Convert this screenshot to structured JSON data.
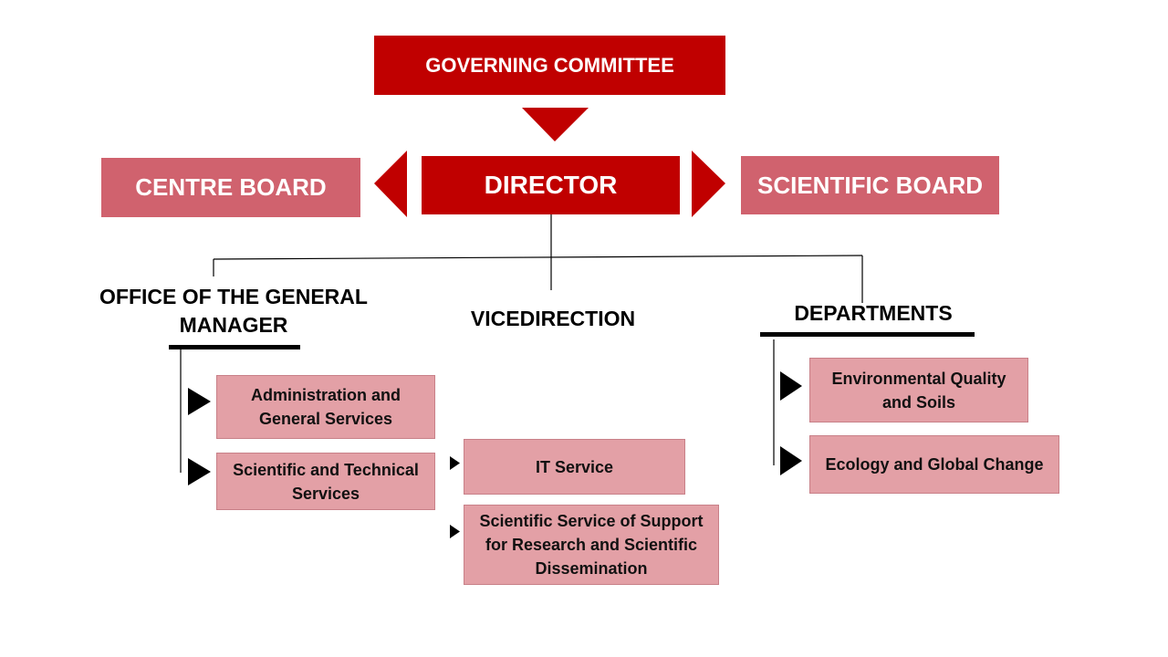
{
  "top": {
    "governing_committee": "GOVERNING COMMITTEE",
    "director": "DIRECTOR",
    "centre_board": "CENTRE BOARD",
    "scientific_board": "SCIENTIFIC BOARD"
  },
  "branches": {
    "office": {
      "title": "OFFICE OF THE GENERAL MANAGER",
      "items": [
        "Administration and General Services",
        "Scientific and Technical Services"
      ],
      "sub_items": [
        "IT Service",
        "Scientific Service of Support for Research and Scientific Dissemination"
      ]
    },
    "vicedirection": {
      "title": "VICEDIRECTION"
    },
    "departments": {
      "title": "DEPARTMENTS",
      "items": [
        "Environmental Quality and Soils",
        "Ecology and Global Change"
      ]
    }
  },
  "colors": {
    "dark_red": "#c00000",
    "medium_red": "#d0626e",
    "light_pink": "#e3a0a6",
    "arrow_black": "#000000"
  }
}
